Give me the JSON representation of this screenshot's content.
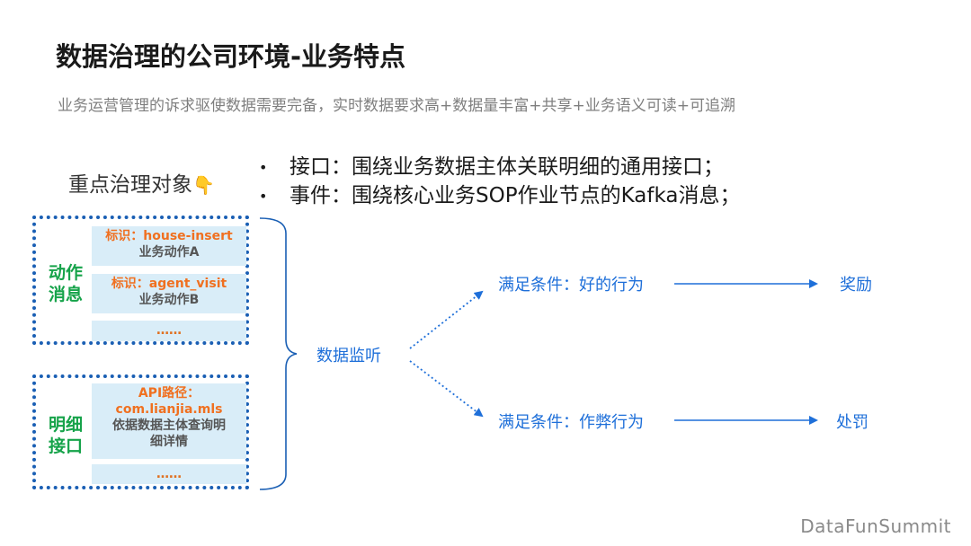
{
  "title": "数据治理的公司环境-业务特点",
  "subtitle": "业务运营管理的诉求驱使数据需要完备，实时数据要求高+数据量丰富+共享+业务语义可读+可追溯",
  "focus": {
    "label": "重点治理对象",
    "emoji": "👇"
  },
  "bullets": [
    {
      "symbol": "•",
      "text": "接口：围绕业务数据主体关联明细的通用接口；"
    },
    {
      "symbol": "•",
      "text": "事件：围绕核心业务SOP作业节点的Kafka消息；"
    }
  ],
  "groups": [
    {
      "label_line1": "动作",
      "label_line2": "消息",
      "cells": [
        {
          "orange": "标识：house-insert",
          "gray": "业务动作A"
        },
        {
          "orange": "标识：agent_visit",
          "gray": "业务动作B"
        },
        {
          "dots": "……"
        }
      ]
    },
    {
      "label_line1": "明细",
      "label_line2": "接口",
      "cells": [
        {
          "orange1": "API路径：",
          "orange2": "com.lianjia.mls",
          "gray1": "依据数据主体查询明",
          "gray2": "细详情"
        },
        {
          "dots": "……"
        }
      ]
    }
  ],
  "flow": {
    "listener": "数据监听",
    "condition_good": "满足条件：好的行为",
    "result_good": "奖励",
    "condition_bad": "满足条件：作弊行为",
    "result_bad": "处罚"
  },
  "colors": {
    "blue_text": "#1e6fd9",
    "border_blue": "#1a5fb4",
    "label_green": "#16a34a",
    "label_orange": "#f07020",
    "cell_bg": "#d9edf8"
  },
  "watermark": "DataFunSummit"
}
